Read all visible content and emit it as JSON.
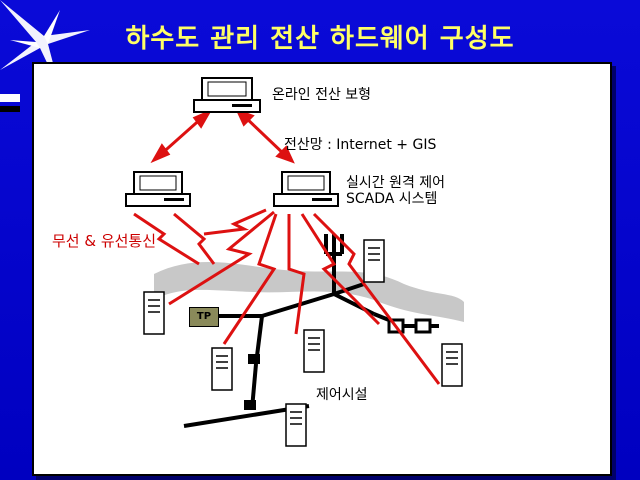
{
  "title": "하수도 관리 전산 하드웨어 구성도",
  "colors": {
    "background": "#0000c8",
    "title": "#ffff66",
    "link_red": "#dd1111",
    "pipe_black": "#000000",
    "river_gray": "#c8c8c8"
  },
  "diagram": {
    "labels": {
      "top_node": "온라인 전산 보형",
      "network": "전산망 : Internet + GIS",
      "scada_line1": "실시간 원격 제어",
      "scada_line2": "SCADA 시스템",
      "comm": "무선 & 유선통신",
      "tp": "TP",
      "facilities": "제어시설"
    }
  }
}
